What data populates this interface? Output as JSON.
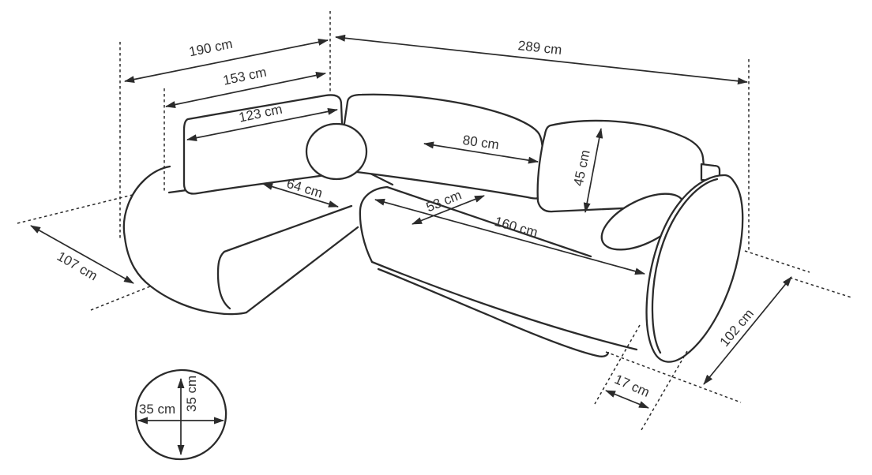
{
  "page": {
    "background": "#ffffff",
    "line_color": "#2b2b2b",
    "text_color": "#303030",
    "description": "Corner sofa dimension line-drawing with measurement arrows"
  },
  "diagram": {
    "subject": "corner-sofa",
    "unit": "cm",
    "measurements": [
      190,
      289,
      153,
      123,
      80,
      45,
      64,
      53,
      160,
      107,
      102,
      17,
      35,
      35
    ]
  },
  "dimensions": {
    "d190": {
      "label": "190 cm"
    },
    "d289": {
      "label": "289 cm"
    },
    "d153": {
      "label": "153 cm"
    },
    "d123": {
      "label": "123 cm"
    },
    "d80": {
      "label": "80 cm"
    },
    "d45": {
      "label": "45 cm"
    },
    "d64": {
      "label": "64 cm"
    },
    "d53": {
      "label": "53 cm"
    },
    "d160": {
      "label": "160 cm"
    },
    "d107": {
      "label": "107 cm"
    },
    "d102": {
      "label": "102 cm"
    },
    "d17": {
      "label": "17 cm"
    },
    "d35w": {
      "label": "35 cm"
    },
    "d35h": {
      "label": "35 cm"
    }
  }
}
